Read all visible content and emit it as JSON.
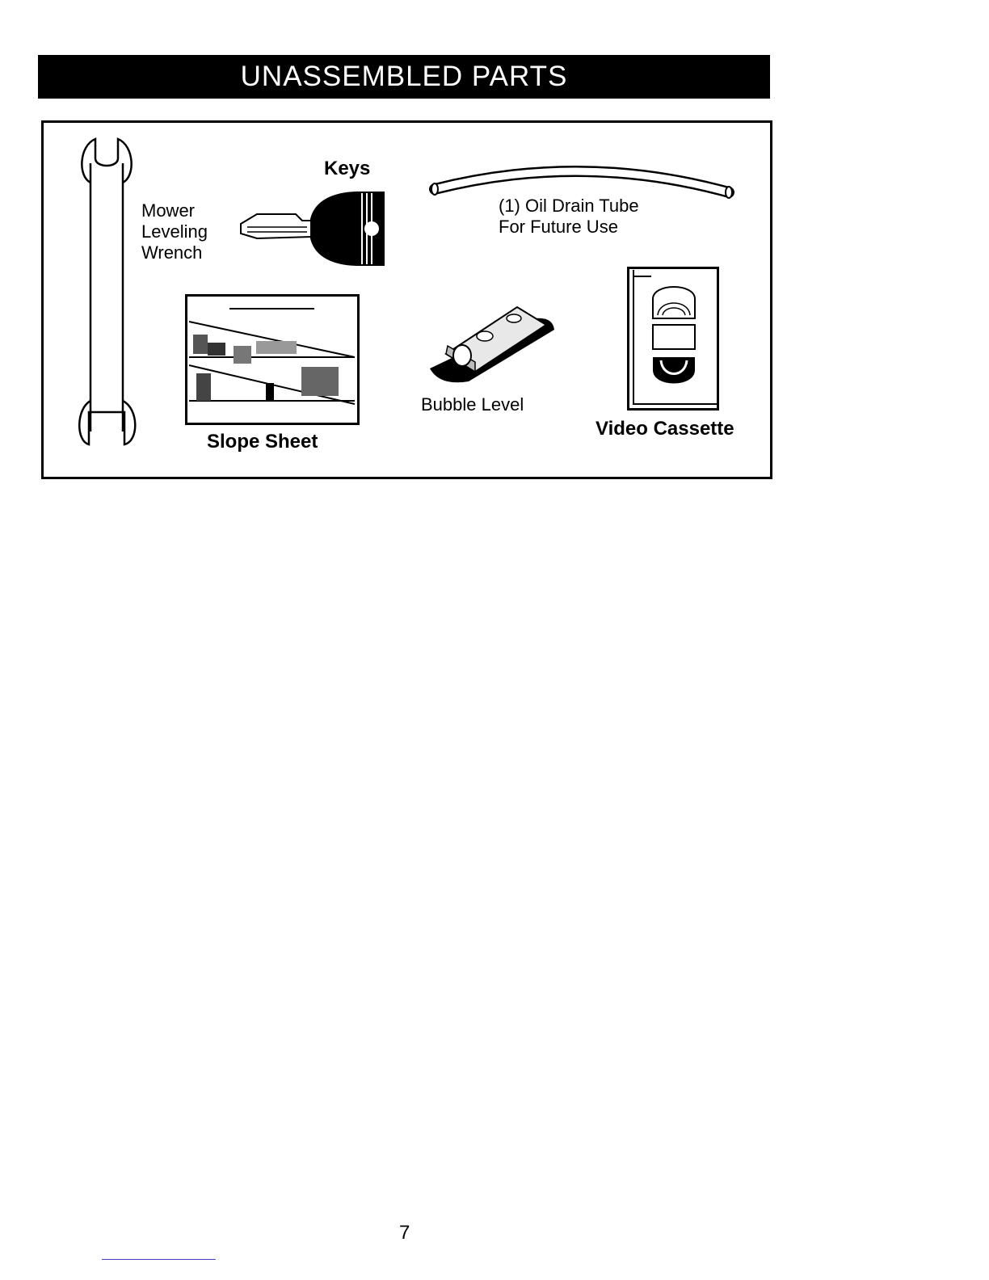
{
  "header": {
    "title": "UNASSEMBLED PARTS"
  },
  "parts": {
    "wrench": {
      "lines": [
        "Mower",
        "Leveling",
        "Wrench"
      ],
      "icon": "wrench-icon"
    },
    "keys": {
      "label": "Keys",
      "icon": "key-icon"
    },
    "oil_drain_tube": {
      "lines": [
        "(1) Oil Drain Tube",
        "For Future Use"
      ],
      "icon": "tube-icon"
    },
    "slope_sheet": {
      "label": "Slope Sheet",
      "icon": "slope-sheet-icon"
    },
    "bubble_level": {
      "label": "Bubble Level",
      "icon": "bubble-level-icon"
    },
    "video_cassette": {
      "label": "Video Cassette",
      "icon": "video-cassette-icon"
    }
  },
  "footer": {
    "page_number": "7"
  }
}
